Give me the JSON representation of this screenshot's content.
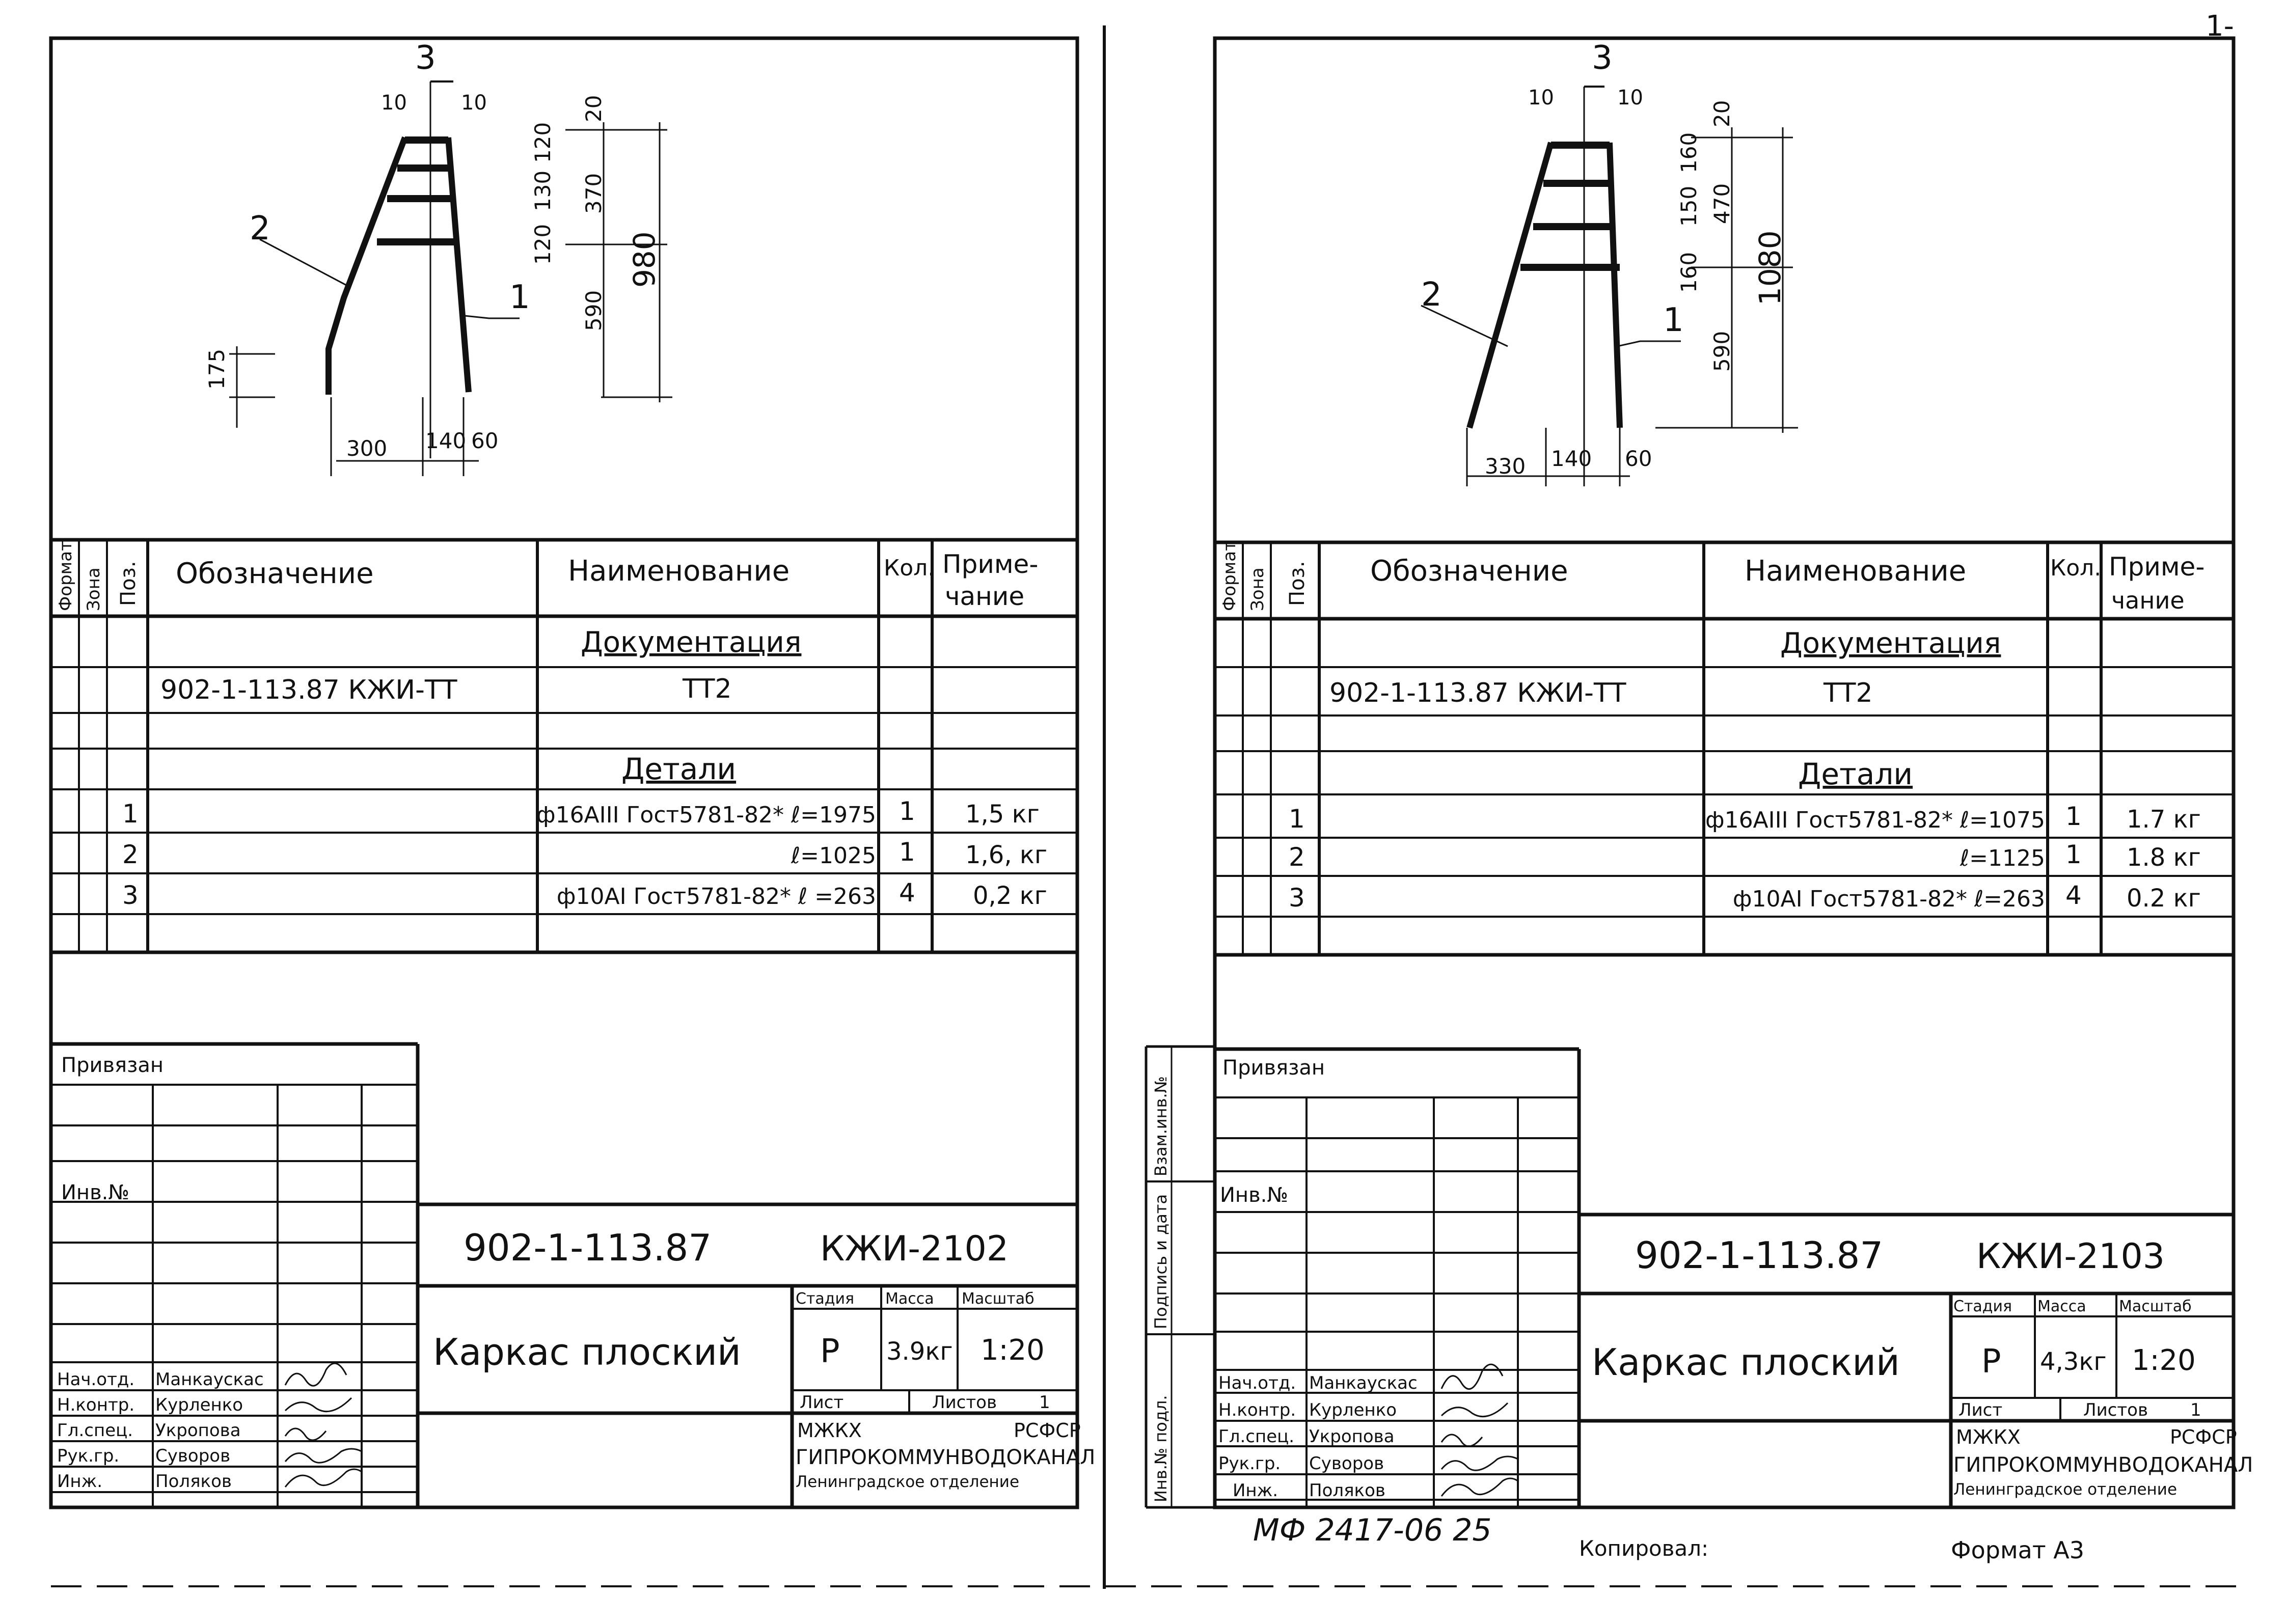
{
  "page_corner_mark": "1-",
  "bottom_note": {
    "code": "МФ 2417-06 25",
    "copied_label": "Копировал:",
    "format_label": "Формат А3"
  },
  "sheets": [
    {
      "drawing": {
        "pos_a": "3",
        "pos_b": "2",
        "pos_c": "1",
        "bar_a": "10",
        "bar_b": "10",
        "top_off": "20",
        "s1": "120",
        "s2": "130",
        "mid": "370",
        "s3": "120",
        "bottom": "590",
        "total": "980",
        "hook": "175",
        "w1": "300",
        "w2": "140",
        "w3": "60"
      },
      "spec": {
        "headers": {
          "form": "Формат",
          "zone": "Зона",
          "pos": "Поз.",
          "designation": "Обозначение",
          "name": "Наименование",
          "qty": "Кол.",
          "note1": "Приме-",
          "note2": "чание"
        },
        "section_docs": "Документация",
        "doc_designation": "902-1-113.87   КЖИ-ТТ",
        "doc_name": "ТТ2",
        "section_parts": "Детали",
        "rows": [
          {
            "pos": "1",
            "name": "ф16АIII Гост5781-82* ℓ=1975",
            "qty": "1",
            "note": "1,5 кг"
          },
          {
            "pos": "2",
            "name": "ℓ=1025",
            "qty": "1",
            "note": "1,6, кг"
          },
          {
            "pos": "3",
            "name": "ф10АI Гост5781-82* ℓ =263",
            "qty": "4",
            "note": "0,2 кг"
          }
        ]
      },
      "stamp": {
        "privyazan": "Привязан",
        "inv_no": "Инв.№",
        "side_labels": [],
        "people": [
          {
            "role": "Нач.отд.",
            "name": "Манкаускас"
          },
          {
            "role": "Н.контр.",
            "name": "Курленко"
          },
          {
            "role": "Гл.спец.",
            "name": "Укропова"
          },
          {
            "role": "Рук.гр.",
            "name": "Суворов"
          },
          {
            "role": "Инж.",
            "name": "Поляков"
          }
        ],
        "project": "902-1-113.87",
        "code": "КЖИ-2102",
        "title": "Каркас плоский",
        "h_stage": "Стадия",
        "h_mass": "Масса",
        "h_scale": "Масштаб",
        "stage": "Р",
        "mass": "3.9кг",
        "scale": "1:20",
        "list_label": "Лист",
        "sheets_label": "Листов",
        "sheets_value": "1",
        "org1": "МЖКХ",
        "org2": "РСФСР",
        "org3": "ГИПРОКОММУНВОДОКАНАЛ",
        "org4": "Ленинградское отделение"
      }
    },
    {
      "drawing": {
        "pos_a": "3",
        "pos_b": "2",
        "pos_c": "1",
        "bar_a": "10",
        "bar_b": "10",
        "top_off": "20",
        "s1": "160",
        "s2": "150",
        "mid": "470",
        "s3": "160",
        "bottom": "590",
        "total": "1080",
        "hook": "",
        "w1": "330",
        "w2": "140",
        "w3": "60"
      },
      "spec": {
        "headers": {
          "form": "Формат",
          "zone": "Зона",
          "pos": "Поз.",
          "designation": "Обозначение",
          "name": "Наименование",
          "qty": "Кол.",
          "note1": "Приме-",
          "note2": "чание"
        },
        "section_docs": "Документация",
        "doc_designation": "902-1-113.87   КЖИ-ТТ",
        "doc_name": "ТТ2",
        "section_parts": "Детали",
        "rows": [
          {
            "pos": "1",
            "name": "ф16АIII Гост5781-82* ℓ=1075",
            "qty": "1",
            "note": "1.7 кг"
          },
          {
            "pos": "2",
            "name": "ℓ=1125",
            "qty": "1",
            "note": "1.8 кг"
          },
          {
            "pos": "3",
            "name": "ф10АI Гост5781-82* ℓ=263",
            "qty": "4",
            "note": "0.2 кг"
          }
        ]
      },
      "stamp": {
        "privyazan": "Привязан",
        "inv_no": "Инв.№",
        "side_labels": [
          "Взам.инв.№",
          "Подпись и дата",
          "Инв.№ подл."
        ],
        "people": [
          {
            "role": "Нач.отд.",
            "name": "Манкаускас"
          },
          {
            "role": "Н.контр.",
            "name": "Курленко"
          },
          {
            "role": "Гл.спец.",
            "name": "Укропова"
          },
          {
            "role": "Рук.гр.",
            "name": "Суворов"
          },
          {
            "role": "Инж.",
            "name": "Поляков"
          }
        ],
        "project": "902-1-113.87",
        "code": "КЖИ-2103",
        "title": "Каркас плоский",
        "h_stage": "Стадия",
        "h_mass": "Масса",
        "h_scale": "Масштаб",
        "stage": "Р",
        "mass": "4,3кг",
        "scale": "1:20",
        "list_label": "Лист",
        "sheets_label": "Листов",
        "sheets_value": "1",
        "org1": "МЖКХ",
        "org2": "РСФСР",
        "org3": "ГИПРОКОММУНВОДОКАНАЛ",
        "org4": "Ленинградское отделение"
      }
    }
  ]
}
